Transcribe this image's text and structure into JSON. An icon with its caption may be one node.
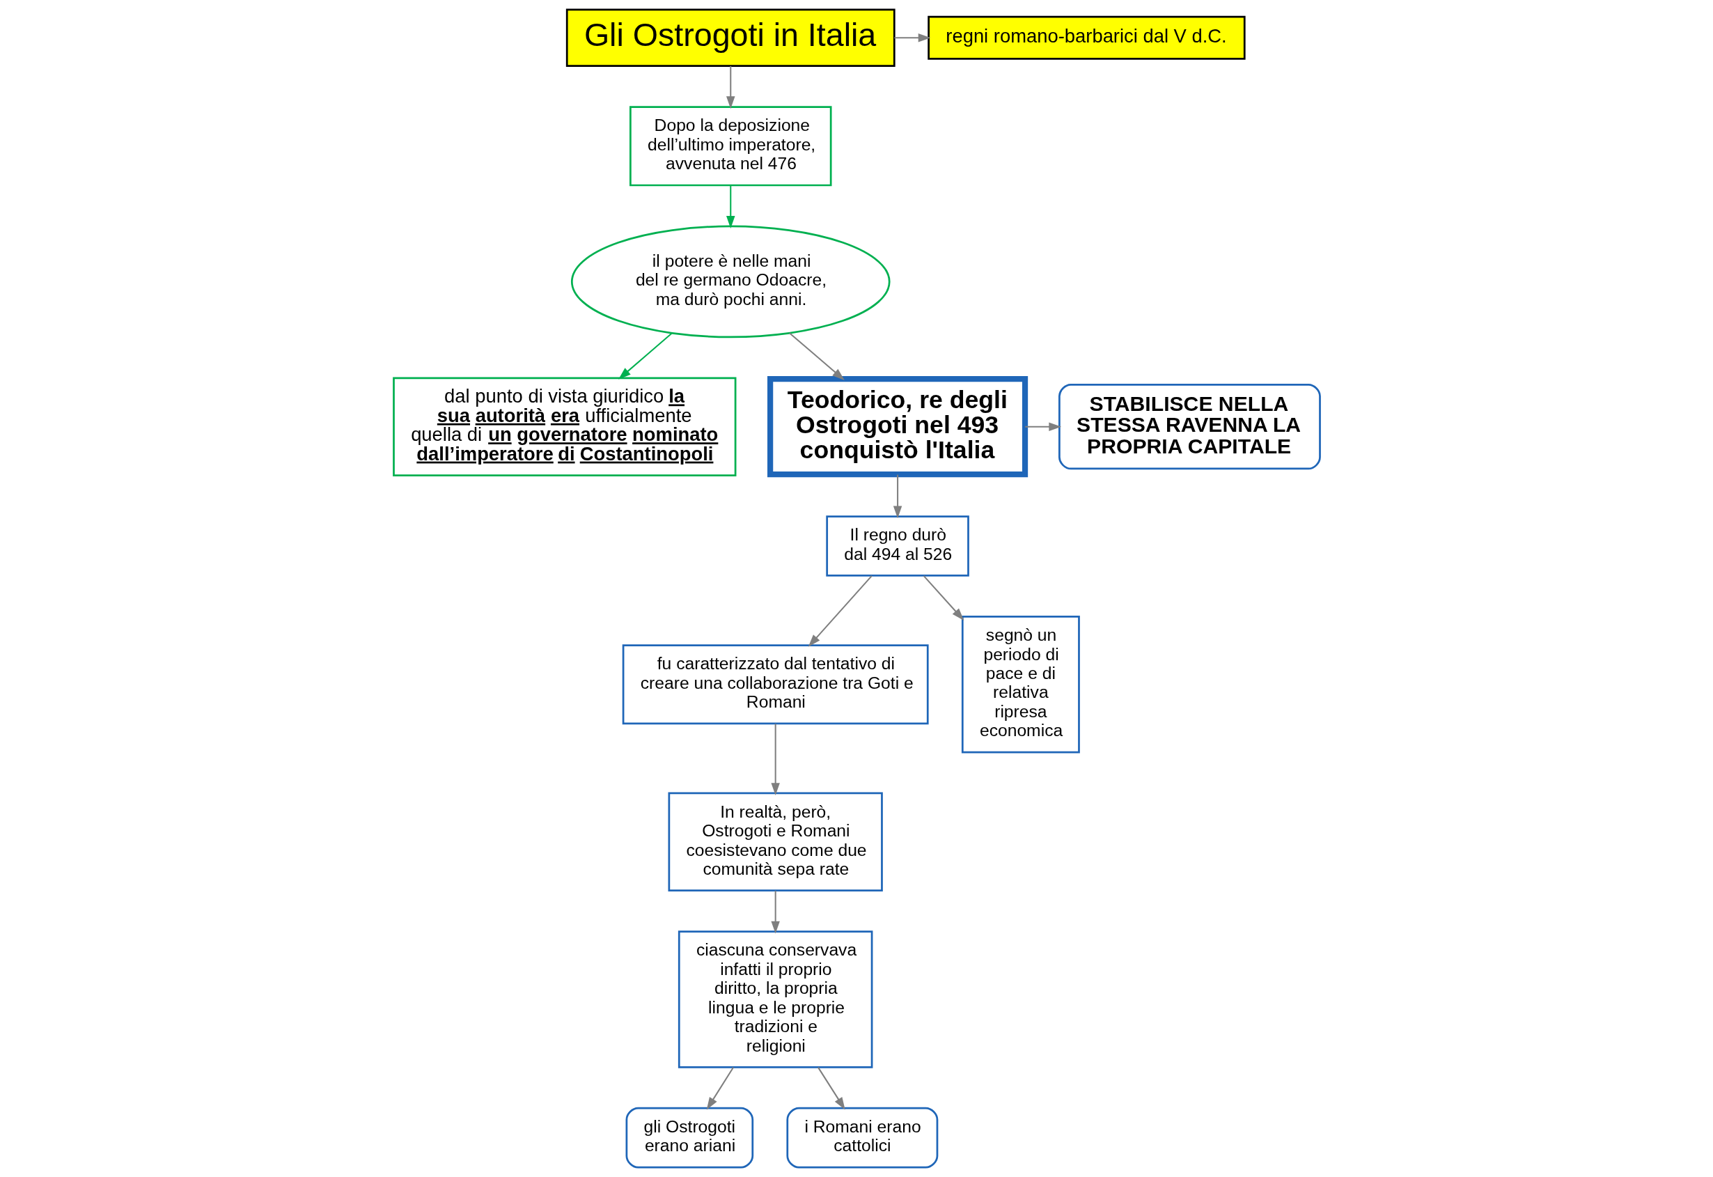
{
  "diagram": {
    "nodes": [
      {
        "text": [
          "Gli Ostrogoti in Italia"
        ]
      },
      {
        "text": [
          "regni romano-barbarici dal V d.C."
        ]
      },
      {
        "text": [
          "Dopo la deposizione dell’ultimo imperatore, avvenuta nel 476"
        ]
      },
      {
        "text": [
          "il potere è nelle mani del re germano Odoacre, ma durò pochi anni."
        ]
      },
      {
        "text": [
          "dal punto di vista giuridico **la sua autorità era** ufficialmente quella di **un governatore nominato dall’imperatore di Costantinopoli**"
        ]
      },
      {
        "text": [
          "Teodorico, re degli Ostrogoti nel 493 conquistò l'Italia"
        ]
      },
      {
        "text": [
          "STABILISCE NELLA STESSA RAVENNA LA PROPRIA CAPITALE"
        ]
      },
      {
        "text": [
          "Il regno durò dal 494 al 526"
        ]
      },
      {
        "text": [
          "fu caratterizzato dal tentativo di creare una collaborazione tra Goti e Romani"
        ]
      },
      {
        "text": [
          "segnò un periodo di pace e di relativa ripresa economica"
        ]
      },
      {
        "text": [
          "In realtà, però, Ostrogoti e Romani coesistevano come due comunità sepa rate"
        ]
      },
      {
        "text": [
          "ciascuna conservava infatti il proprio diritto, la propria lingua e le proprie tradizioni e religioni"
        ]
      },
      {
        "text": [
          "gli Ostrogoti erano ariani"
        ]
      },
      {
        "text": [
          "i Romani erano cattolici"
        ]
      }
    ],
    "edges": [
      {
        "from": 0,
        "to": 1,
        "arrow": "to"
      },
      {
        "from": 0,
        "to": 2,
        "arrow": "to"
      },
      {
        "from": 2,
        "to": 3,
        "arrow": "to",
        "color": "#00b050"
      },
      {
        "from": 3,
        "to": 4,
        "arrow": "to",
        "color": "#00b050"
      },
      {
        "from": 3,
        "to": 5,
        "arrow": "to"
      },
      {
        "from": 5,
        "to": 6,
        "arrow": "to"
      },
      {
        "from": 5,
        "to": 7,
        "arrow": "to"
      },
      {
        "from": 7,
        "to": 8,
        "arrow": "to"
      },
      {
        "from": 7,
        "to": 9,
        "arrow": "to"
      },
      {
        "from": 8,
        "to": 10,
        "arrow": "to"
      },
      {
        "from": 10,
        "to": 11,
        "arrow": "to"
      },
      {
        "from": 11,
        "to": 12,
        "arrow": "to"
      },
      {
        "from": 11,
        "to": 13,
        "arrow": "to"
      }
    ]
  }
}
